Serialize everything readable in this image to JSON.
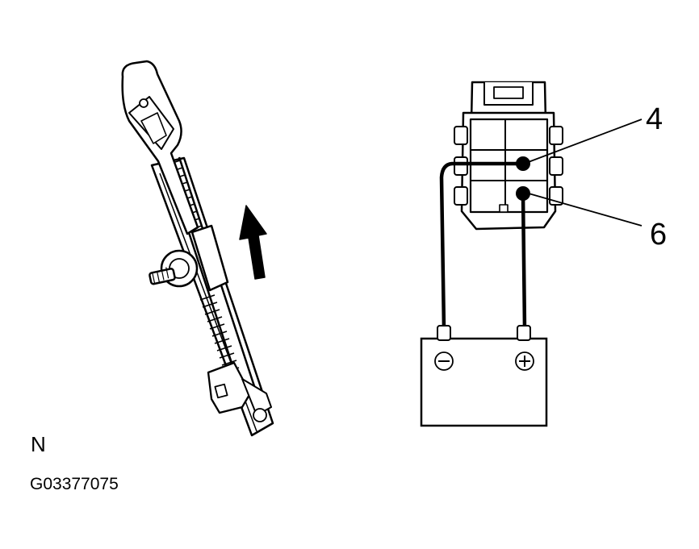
{
  "callouts": {
    "pin_upper": "4",
    "pin_lower": "6"
  },
  "battery": {
    "negative_symbol": "−",
    "positive_symbol": "+"
  },
  "footer": {
    "view_letter": "N",
    "figure_code": "G03377075"
  },
  "colors": {
    "ink": "#000000",
    "background": "#ffffff"
  }
}
